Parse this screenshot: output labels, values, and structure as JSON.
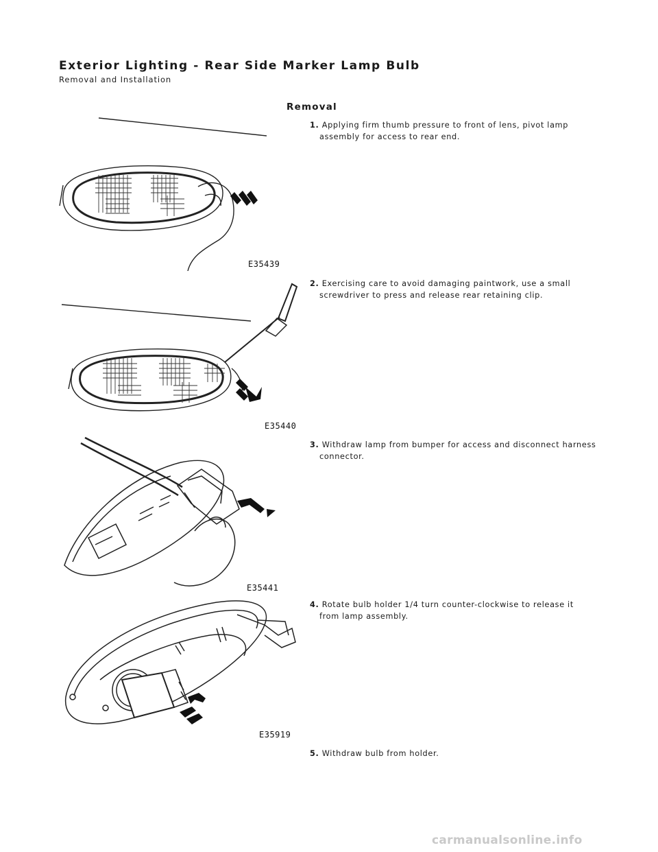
{
  "header": {
    "title": "Exterior Lighting - Rear Side Marker Lamp Bulb",
    "subtitle": "Removal and Installation"
  },
  "section": {
    "title": "Removal"
  },
  "steps": [
    {
      "number": "1.",
      "text_line1": "Applying firm thumb pressure to front of lens, pivot lamp",
      "text_line2": "assembly for access to rear end."
    },
    {
      "number": "2.",
      "text_line1": "Exercising care to avoid damaging paintwork, use a small",
      "text_line2": "screwdriver to press and release rear retaining clip."
    },
    {
      "number": "3.",
      "text_line1": "Withdraw lamp from bumper for access and disconnect harness",
      "text_line2": "connector."
    },
    {
      "number": "4.",
      "text_line1": "Rotate bulb holder 1/4 turn counter-clockwise to release it",
      "text_line2": "from lamp assembly."
    },
    {
      "number": "5.",
      "text_line1": "Withdraw bulb from holder.",
      "text_line2": ""
    }
  ],
  "figures": [
    {
      "code": "E35439"
    },
    {
      "code": "E35440"
    },
    {
      "code": "E35441"
    },
    {
      "code": "E35919"
    }
  ],
  "watermark": "carmanualsonline.info"
}
